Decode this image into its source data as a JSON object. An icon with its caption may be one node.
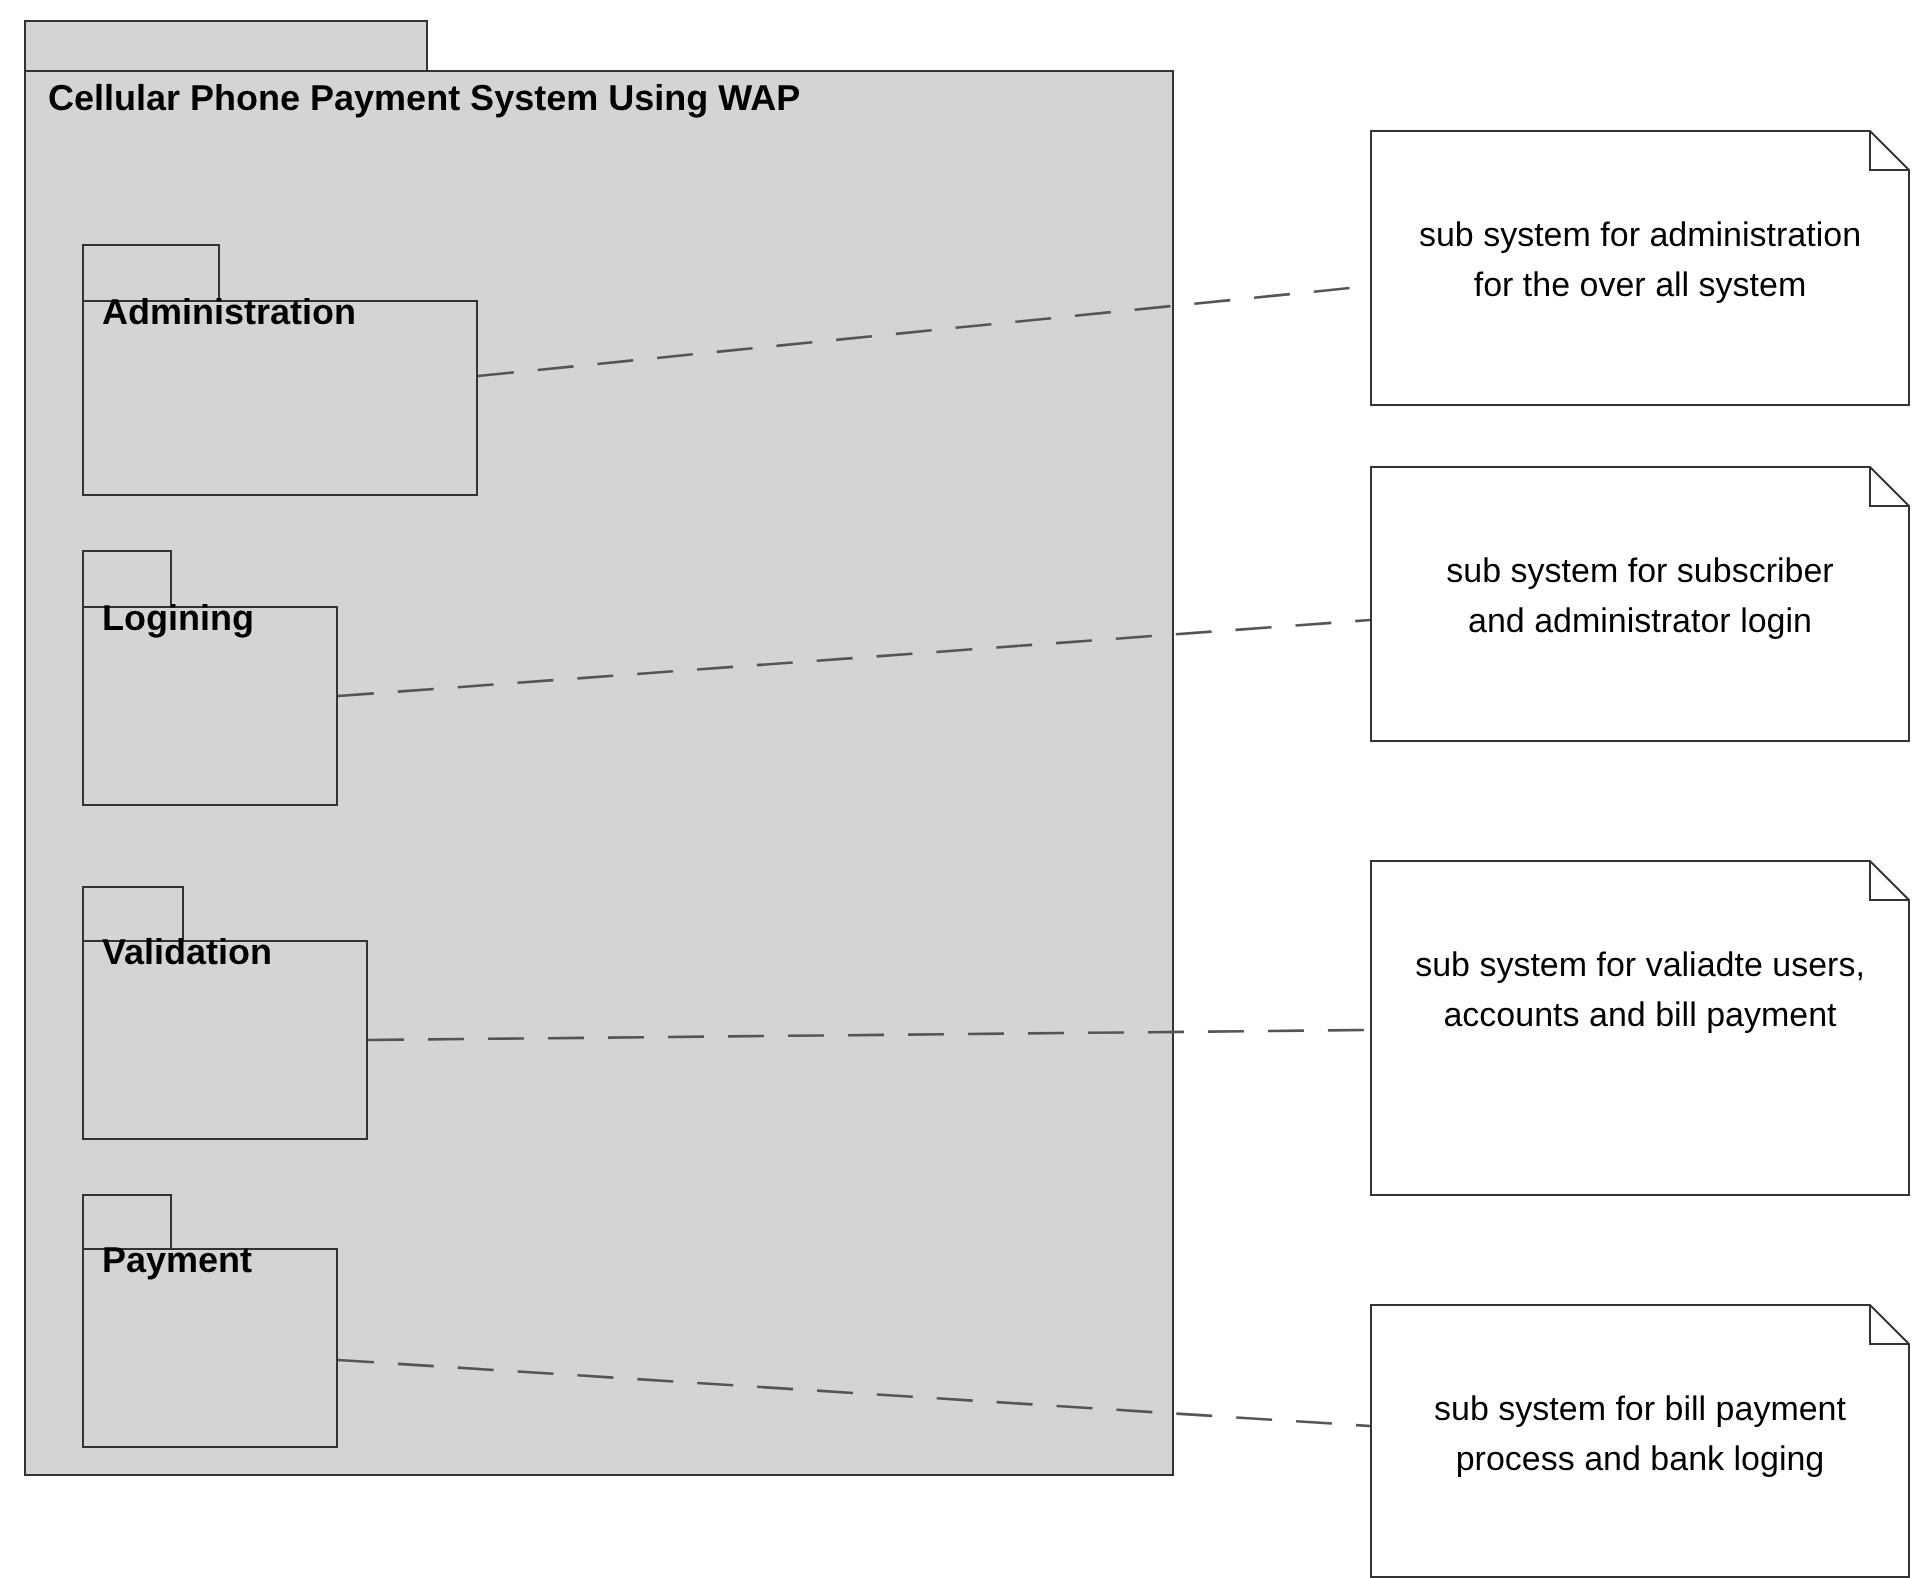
{
  "diagram": {
    "nodes": [
      {
        "text": [
          "Cellular Phone Payment System Using WAP"
        ]
      },
      {
        "text": [
          "Administration"
        ],
        "in": 0
      },
      {
        "text": [
          "Logining"
        ],
        "in": 0
      },
      {
        "text": [
          "Validation"
        ],
        "in": 0
      },
      {
        "text": [
          "Payment"
        ],
        "in": 0
      },
      {
        "text": [
          "sub system for administration for the over all system"
        ]
      },
      {
        "text": [
          "sub system for subscriber and administrator login"
        ]
      },
      {
        "text": [
          "sub system for valiadte users, accounts and bill payment"
        ]
      },
      {
        "text": [
          "sub system for bill payment process and bank loging"
        ]
      }
    ],
    "edges": [
      {
        "from": 1,
        "to": 5,
        "arrow": "none",
        "style": "dashed"
      },
      {
        "from": 2,
        "to": 6,
        "arrow": "none",
        "style": "dashed"
      },
      {
        "from": 3,
        "to": 7,
        "arrow": "none",
        "style": "dashed"
      },
      {
        "from": 4,
        "to": 8,
        "arrow": "none",
        "style": "dashed"
      }
    ]
  }
}
